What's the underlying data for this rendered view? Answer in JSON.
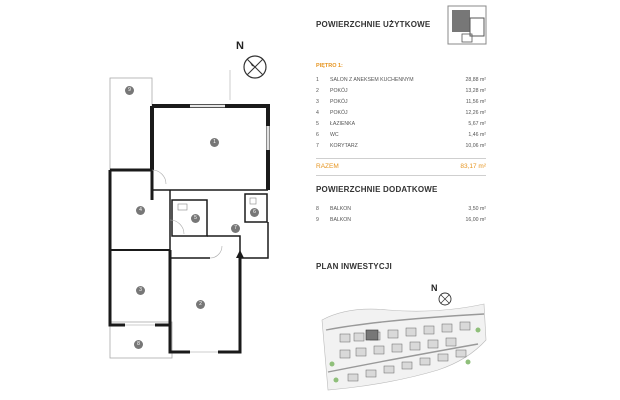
{
  "usable": {
    "title": "POWIERZCHNIE UŻYTKOWE",
    "floor_label": "PIĘTRO 1:",
    "rooms": [
      {
        "num": "1",
        "name": "SALON Z ANEKSEM KUCHENNYM",
        "area": "28,88 m²"
      },
      {
        "num": "2",
        "name": "POKÓJ",
        "area": "13,28 m²"
      },
      {
        "num": "3",
        "name": "POKÓJ",
        "area": "11,56 m²"
      },
      {
        "num": "4",
        "name": "POKÓJ",
        "area": "12,26 m²"
      },
      {
        "num": "5",
        "name": "ŁAZIENKA",
        "area": "5,67 m²"
      },
      {
        "num": "6",
        "name": "WC",
        "area": "1,46 m²"
      },
      {
        "num": "7",
        "name": "KORYTARZ",
        "area": "10,06 m²"
      }
    ],
    "total_label": "RAZEM",
    "total_area": "83,17 m²"
  },
  "additional": {
    "title": "POWIERZCHNIE DODATKOWE",
    "rooms": [
      {
        "num": "8",
        "name": "BALKON",
        "area": "3,50 m²"
      },
      {
        "num": "9",
        "name": "BALKON",
        "area": "16,00 m²"
      }
    ]
  },
  "investment": {
    "title": "PLAN INWESTYCJI"
  },
  "plan": {
    "north_label": "N",
    "badges": [
      "1",
      "2",
      "3",
      "4",
      "5",
      "6",
      "7",
      "8",
      "9"
    ]
  },
  "colors": {
    "accent": "#e6941f",
    "wall": "#1a1a1a",
    "badge": "#777777"
  }
}
